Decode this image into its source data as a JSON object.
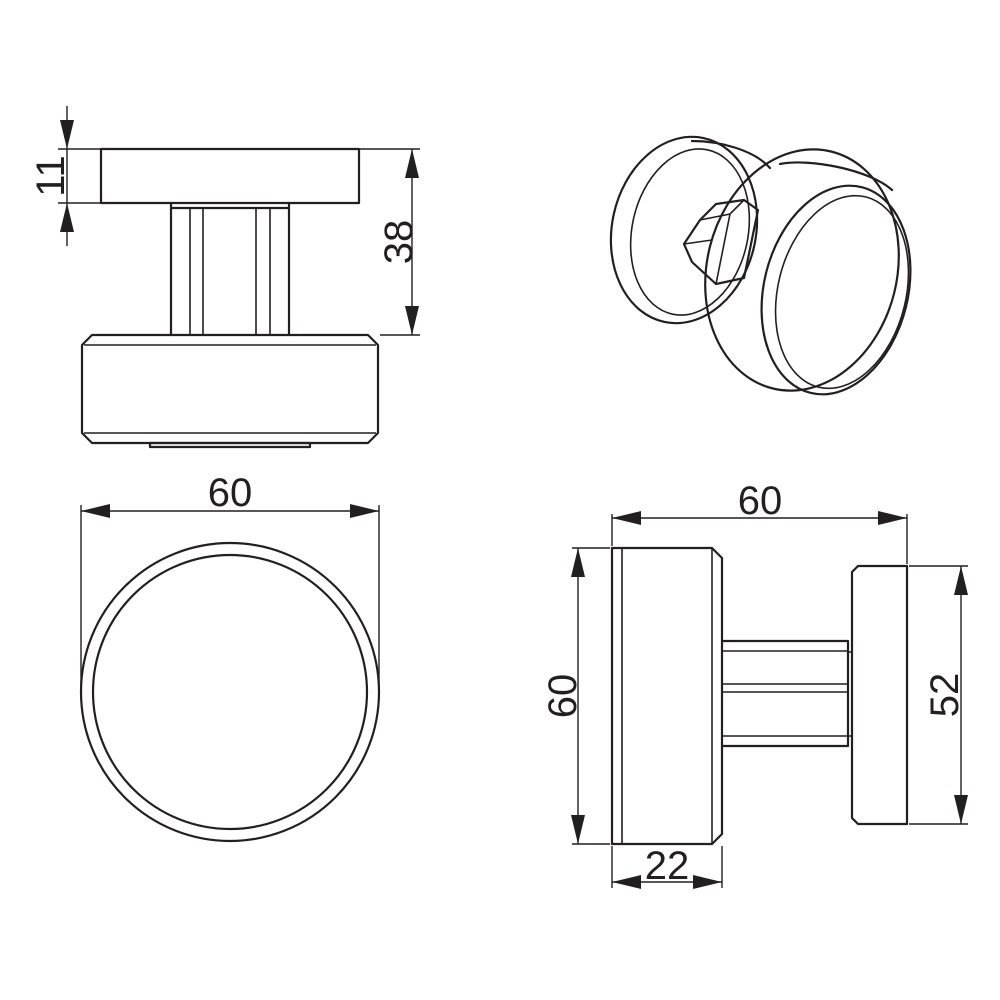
{
  "dimensions": {
    "top_left_cap_thickness": "11",
    "top_left_total_height": "38",
    "front_diameter": "60",
    "side_width": "60",
    "side_height": "60",
    "side_rosette_height": "52",
    "side_knob_depth": "22"
  },
  "colors": {
    "line": "#231f20",
    "background": "#ffffff"
  }
}
